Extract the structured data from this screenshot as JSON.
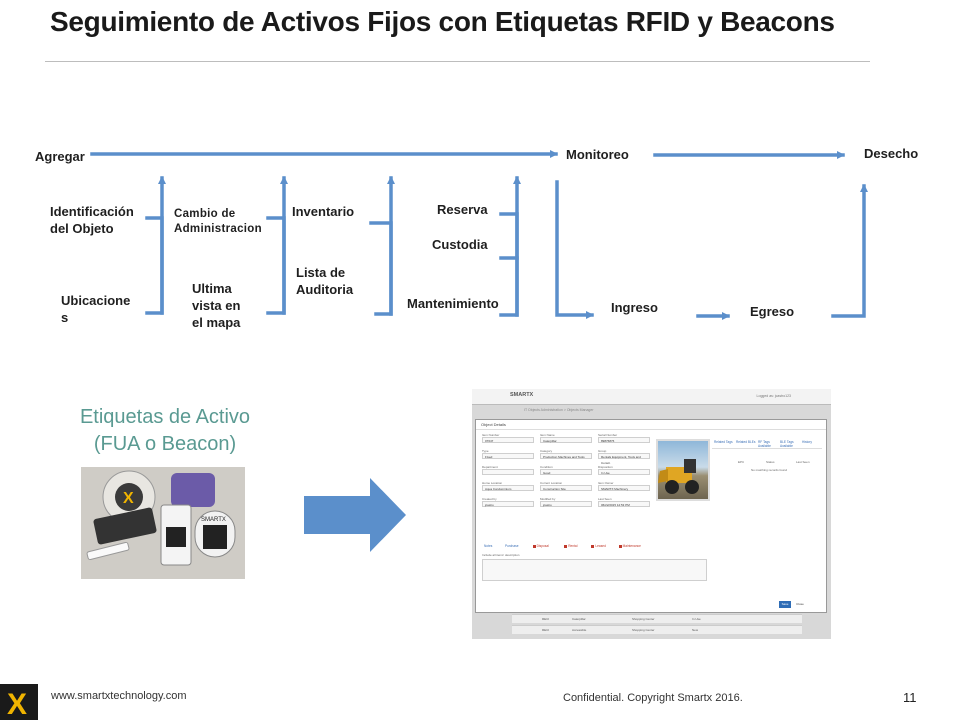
{
  "title": "Seguimiento de Activos Fijos con Etiquetas RFID y Beacons",
  "flow": {
    "agregar": "Agregar",
    "monitoreo": "Monitoreo",
    "desecho": "Desecho",
    "identificacion_l1": "Identificación",
    "identificacion_l2": "del Objeto",
    "ubicaciones_l1": "Ubicacione",
    "ubicaciones_l2": "s",
    "cambio_l1": "Cambio de",
    "cambio_l2": "Administracion",
    "ultima_l1": "Ultima",
    "ultima_l2": "vista en",
    "ultima_l3": "el mapa",
    "inventario": "Inventario",
    "lista_l1": "Lista de",
    "lista_l2": "Auditoria",
    "reserva": "Reserva",
    "custodia": "Custodia",
    "mantenimiento": "Mantenimiento",
    "ingreso": "Ingreso",
    "egreso": "Egreso",
    "line_color": "#5b8fcb"
  },
  "tags": {
    "title_l1": "Etiquetas de Activo",
    "title_l2": "(FUA o Beacon)",
    "title_color": "#5a9a92",
    "tag_text_1": "X",
    "tag_text_2": "SMARTX"
  },
  "arrow_color": "#5b8fcb",
  "screenshot": {
    "logo": "SMARTX",
    "user": "Logged as: jcastro123",
    "breadcrumb": "IT Objects Administration > Objects Manager",
    "dialog_title": "Object Details",
    "fields": [
      {
        "label": "Item Number",
        "value": "07647"
      },
      {
        "label": "Item Name",
        "value": "Caterpillar"
      },
      {
        "label": "Serial Number",
        "value": "89876876"
      },
      {
        "label": "Type",
        "value": "Fixed"
      },
      {
        "label": "Category",
        "value": "Production Machines and Tools"
      },
      {
        "label": "Group",
        "value": "Rentals Equipment, Tools and Constr."
      },
      {
        "label": "Department",
        "value": ""
      },
      {
        "label": "Condition",
        "value": "Good"
      },
      {
        "label": "Disposition",
        "value": "In Use"
      },
      {
        "label": "Home Location",
        "value": "Aqua Condominium"
      },
      {
        "label": "Current Location",
        "value": "Construction Site"
      },
      {
        "label": "Item Owner",
        "value": "SMARTX Machinery"
      },
      {
        "label": "Created by",
        "value": "jcastro"
      },
      {
        "label": "Modified by",
        "value": "jcastro"
      },
      {
        "label": "Last Seen",
        "value": "06/22/2015 12:53 PM"
      }
    ],
    "tabs": [
      "Notes",
      "Purchase",
      "Disposal",
      "Rental",
      "Leased",
      "Maintenance"
    ],
    "notes_label": "Include all items' description",
    "right_tabs": [
      "Related Tags",
      "Related BLEs",
      "RF Tags Available",
      "BLE Tags Available",
      "History"
    ],
    "right_cols": [
      "EPC",
      "Status",
      "Last Seen"
    ],
    "right_empty": "No matching records found",
    "save": "Save",
    "close": "Close",
    "rows": [
      {
        "c1": "RECI",
        "c2": "Caterpillar",
        "c3": "Shopping Center",
        "c4": "In Use"
      },
      {
        "c1": "RECI",
        "c2": "Accessible",
        "c3": "Shopping Center",
        "c4": "New"
      }
    ]
  },
  "footer": {
    "logo": "X",
    "url": "www.smartxtechnology.com",
    "confidential": "Confidential. Copyright Smartx 2016.",
    "page": "11"
  }
}
